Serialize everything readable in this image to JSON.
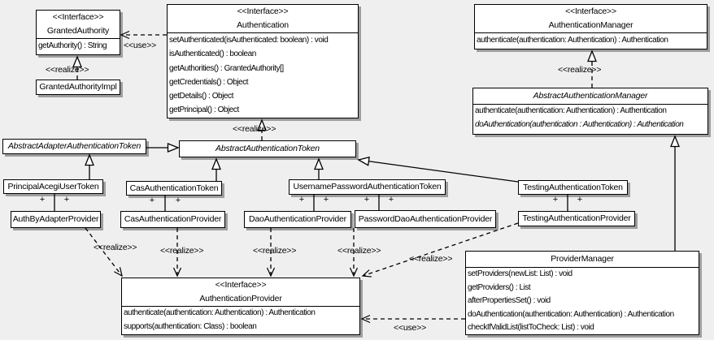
{
  "labels": {
    "use": "<<use>>",
    "realize": "<<realize>>",
    "plus": "+"
  },
  "colors": {
    "background": "#efefef",
    "box_fill": "#ffffff",
    "line": "#000000",
    "shadow": "#9e9e9e"
  },
  "classes": {
    "granted_authority": {
      "stereotype": "<<Interface>>",
      "name": "GrantedAuthority",
      "methods": [
        "getAuthority() : String"
      ]
    },
    "granted_authority_impl": {
      "name": "GrantedAuthorityImpl"
    },
    "authentication": {
      "stereotype": "<<Interface>>",
      "name": "Authentication",
      "methods": [
        "setAuthenticated(isAuthenticated: boolean) : void",
        "isAuthenticated() : boolean",
        "getAuthorities() : GrantedAuthority[]",
        "getCredentials() : Object",
        "getDetails() : Object",
        "getPrincipal() : Object"
      ]
    },
    "authentication_manager": {
      "stereotype": "<<Interface>>",
      "name": "AuthenticationManager",
      "methods": [
        "authenticate(authentication: Authentication) : Authentication"
      ]
    },
    "abstract_authentication_manager": {
      "name": "AbstractAuthenticationManager",
      "methods": [
        "authenticate(authentication: Authentication) : Authentication",
        "doAuthentication(authentication : Authentication) : Authentication"
      ]
    },
    "abstract_adapter_authentication_token": {
      "name": "AbstractAdapterAuthenticationToken"
    },
    "abstract_authentication_token": {
      "name": "AbstractAuthenticationToken"
    },
    "principal_acegi_user_token": {
      "name": "PrincipalAcegiUserToken"
    },
    "cas_authentication_token": {
      "name": "CasAuthenticationToken"
    },
    "username_password_authentication_token": {
      "name": "UsernamePasswordAuthenticationToken"
    },
    "testing_authentication_token": {
      "name": "TestingAuthenticationToken"
    },
    "auth_by_adapter_provider": {
      "name": "AuthByAdapterProvider"
    },
    "cas_authentication_provider": {
      "name": "CasAuthenticationProvider"
    },
    "dao_authentication_provider": {
      "name": "DaoAuthenticationProvider"
    },
    "password_dao_authentication_provider": {
      "name": "PasswordDaoAuthenticationProvider"
    },
    "testing_authentication_provider": {
      "name": "TestingAuthenticationProvider"
    },
    "authentication_provider": {
      "stereotype": "<<Interface>>",
      "name": "AuthenticationProvider",
      "methods": [
        "authenticate(authentication: Authentication) : Authentication",
        "supports(authentication: Class) : boolean"
      ]
    },
    "provider_manager": {
      "name": "ProviderManager",
      "methods": [
        "setProviders(newList: List) : void",
        "getProviders() : List",
        "afterPropertiesSet() : void",
        "doAuthentication(authentication: Authentication) : Authentication",
        "checkIfValidList(listToCheck: List) : void"
      ]
    }
  }
}
